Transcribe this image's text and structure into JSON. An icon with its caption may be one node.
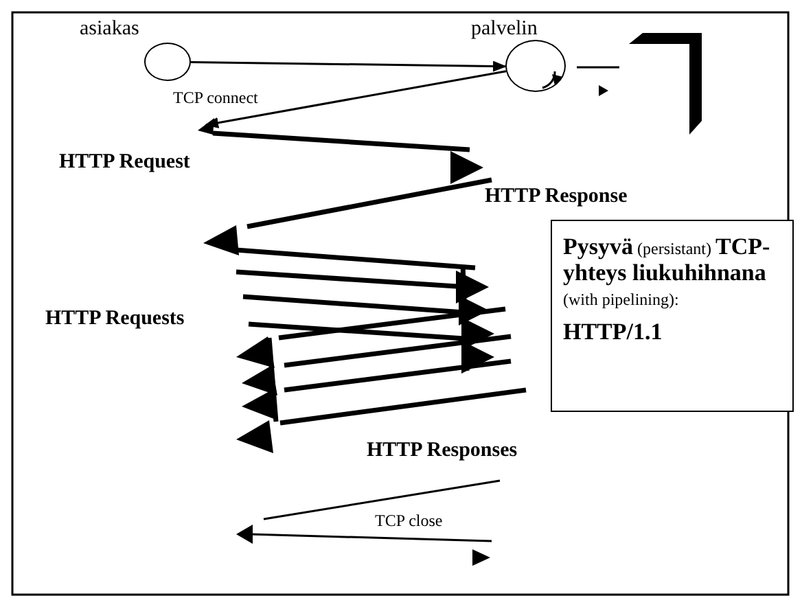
{
  "diagram": {
    "nodes": [
      {
        "text": [
          "asiakas"
        ]
      },
      {
        "text": [
          "palvelin"
        ]
      },
      {
        "text": [
          "**Pysyvä** (persistant) **TCP-yhteys liukuhihnana** (with pipelining):",
          "HTTP/1.1"
        ]
      }
    ],
    "edges": [
      {
        "from": 0,
        "to": 1,
        "arrow": "to"
      },
      {
        "from": 1,
        "to": null,
        "arrow": "to",
        "label": "TCP connect"
      }
    ],
    "labels": [
      "HTTP Request",
      "HTTP Response",
      "HTTP Requests",
      "HTTP Responses",
      "TCP close"
    ]
  }
}
